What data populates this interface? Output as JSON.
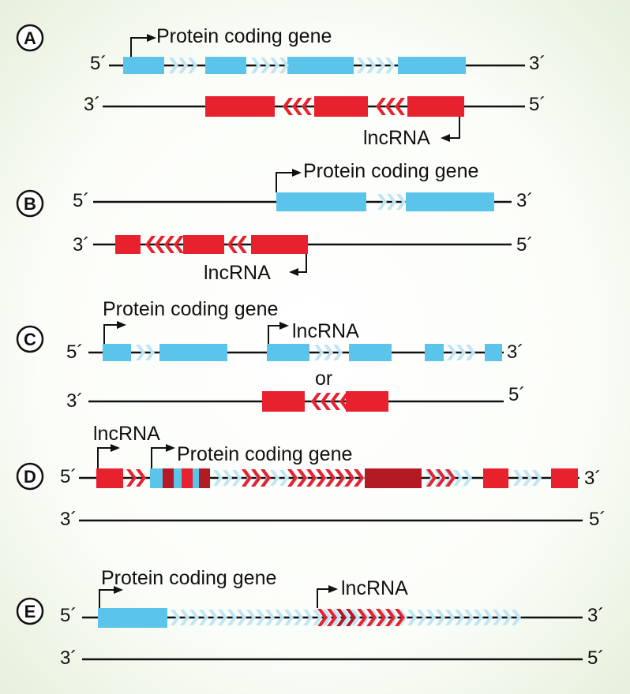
{
  "colors": {
    "protein_gene": "#5bc4ea",
    "protein_intron_chevron": "#bfe6f6",
    "lncrna": "#e8212f",
    "lncrna_dark": "#b41a24",
    "strand": "#111111"
  },
  "icons": {
    "transcription_start": "bent-arrow-icon",
    "intron_direction": "chevron-icon"
  },
  "panels": [
    {
      "letter": "A",
      "strands": [
        {
          "left": "5´",
          "right": "3´"
        },
        {
          "left": "3´",
          "right": "5´"
        }
      ],
      "labels": {
        "protein": "Protein coding gene",
        "lncrna": "lncRNA"
      }
    },
    {
      "letter": "B",
      "strands": [
        {
          "left": "5´",
          "right": "3´"
        },
        {
          "left": "3´",
          "right": "5´"
        }
      ],
      "labels": {
        "protein": "Protein coding gene",
        "lncrna": "lncRNA"
      }
    },
    {
      "letter": "C",
      "strands": [
        {
          "left": "5´",
          "right": "3´"
        },
        {
          "left": "3´",
          "right": "5´"
        }
      ],
      "labels": {
        "protein": "Protein coding gene",
        "lncrna": "lncRNA",
        "or": "or"
      }
    },
    {
      "letter": "D",
      "strands": [
        {
          "left": "5´",
          "right": "3´"
        },
        {
          "left": "3´",
          "right": "5´"
        }
      ],
      "labels": {
        "protein": "Protein coding gene",
        "lncrna": "lncRNA"
      }
    },
    {
      "letter": "E",
      "strands": [
        {
          "left": "5´",
          "right": "3´"
        },
        {
          "left": "3´",
          "right": "5´"
        }
      ],
      "labels": {
        "protein": "Protein coding gene",
        "lncrna": "lncRNA"
      }
    }
  ]
}
